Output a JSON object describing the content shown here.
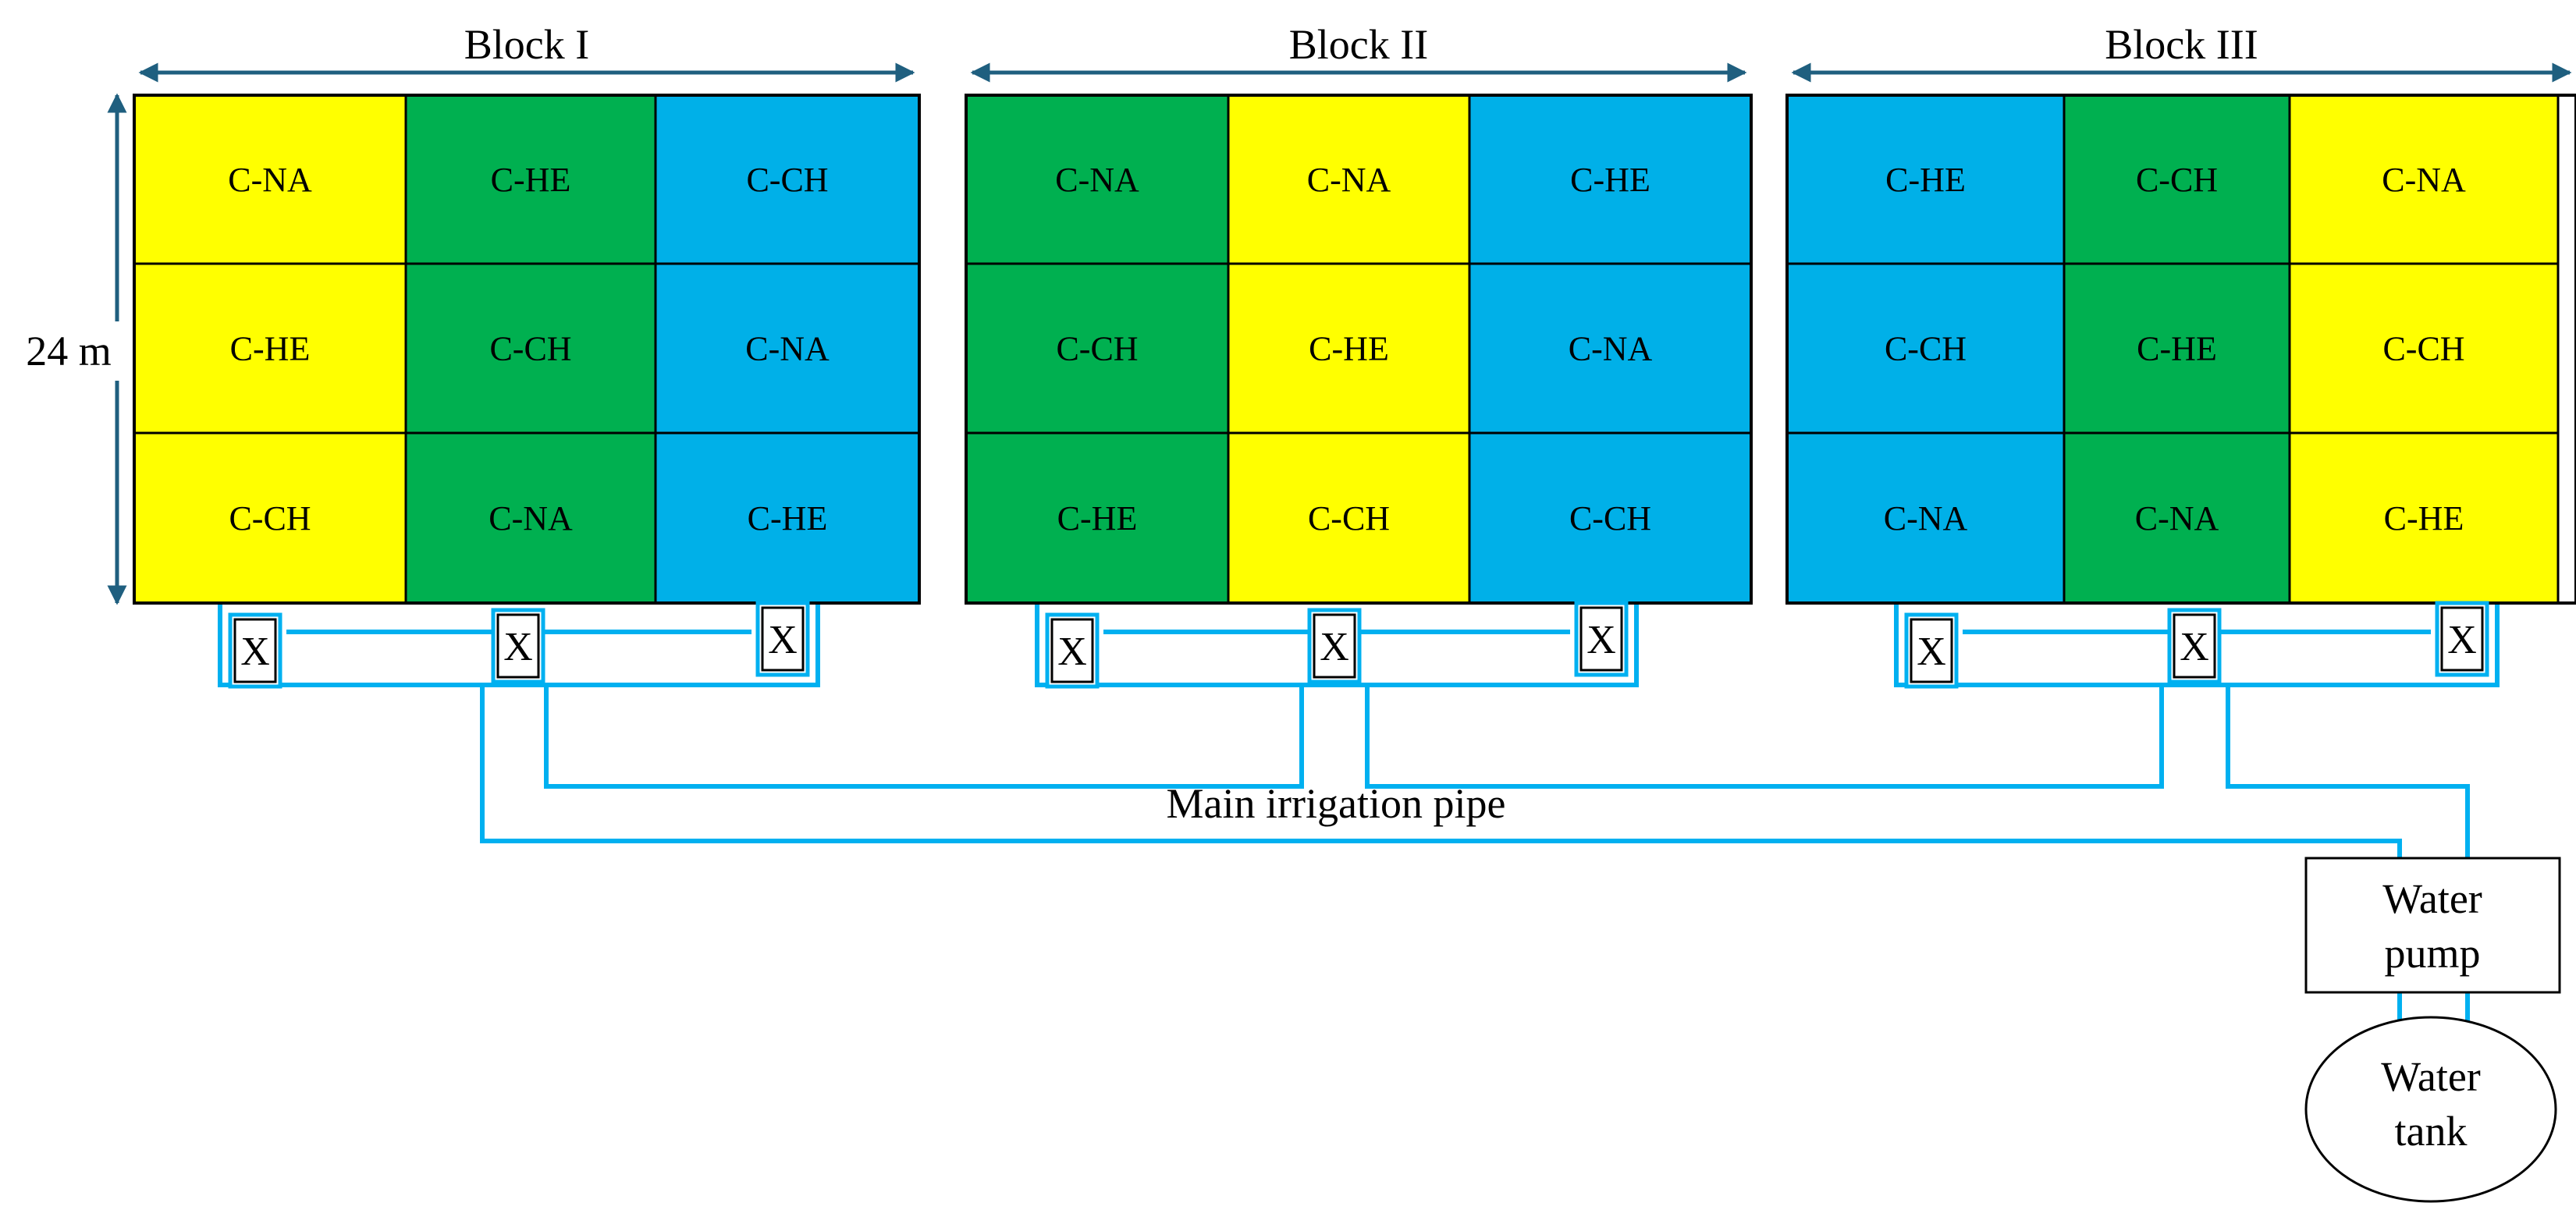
{
  "colors": {
    "yellow": "#FFFF00",
    "green": "#00B050",
    "blue": "#00B0E8",
    "pipe": "#00B0F0",
    "arrow": "#1F5F7F",
    "grid_line": "#000000"
  },
  "dimension_label": "24 m",
  "pipe_label": "Main irrigation pipe",
  "pump_label": [
    "Water",
    "pump"
  ],
  "tank_label": [
    "Water",
    "tank"
  ],
  "valve_label": "X",
  "blocks": [
    {
      "title": "Block I",
      "column_colors": [
        "yellow",
        "green",
        "blue"
      ],
      "rows": [
        [
          "C-NA",
          "C-HE",
          "C-CH"
        ],
        [
          "C-HE",
          "C-CH",
          "C-NA"
        ],
        [
          "C-CH",
          "C-NA",
          "C-HE"
        ]
      ]
    },
    {
      "title": "Block II",
      "column_colors": [
        "green",
        "yellow",
        "blue"
      ],
      "rows": [
        [
          "C-NA",
          "C-NA",
          "C-HE"
        ],
        [
          "C-CH",
          "C-HE",
          "C-NA"
        ],
        [
          "C-HE",
          "C-CH",
          "C-CH"
        ]
      ]
    },
    {
      "title": "Block III",
      "column_colors": [
        "blue",
        "green",
        "yellow"
      ],
      "rows": [
        [
          "C-HE",
          "C-CH",
          "C-NA"
        ],
        [
          "C-CH",
          "C-HE",
          "C-CH"
        ],
        [
          "C-NA",
          "C-NA",
          "C-HE"
        ]
      ]
    }
  ]
}
